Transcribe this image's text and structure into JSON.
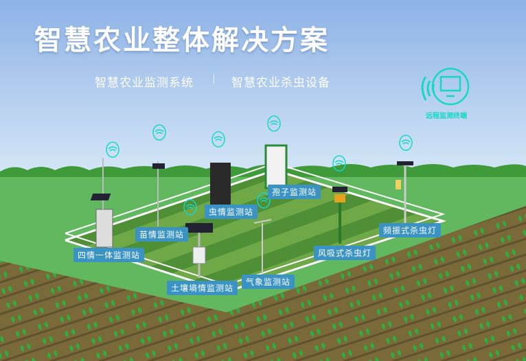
{
  "header": {
    "title": "智慧农业整体解决方案",
    "subtitle_left": "智慧农业监测系统",
    "separator": "|",
    "subtitle_right": "智慧农业杀虫设备"
  },
  "remote_terminal": {
    "label": "远程监测终端",
    "icon": "monitor-icon"
  },
  "stations": [
    {
      "label": "四情一体监测站"
    },
    {
      "label": "苗情监测站"
    },
    {
      "label": "虫情监测站"
    },
    {
      "label": "孢子监测站"
    },
    {
      "label": "土壤墒情监测站"
    },
    {
      "label": "气象监测站"
    },
    {
      "label": "风吸式杀虫灯"
    },
    {
      "label": "频振式杀虫灯"
    }
  ],
  "colors": {
    "accent": "#13d9c4",
    "tag": "#3a93c2",
    "sky": "#8fb4e6",
    "grass": "#62b85f"
  }
}
